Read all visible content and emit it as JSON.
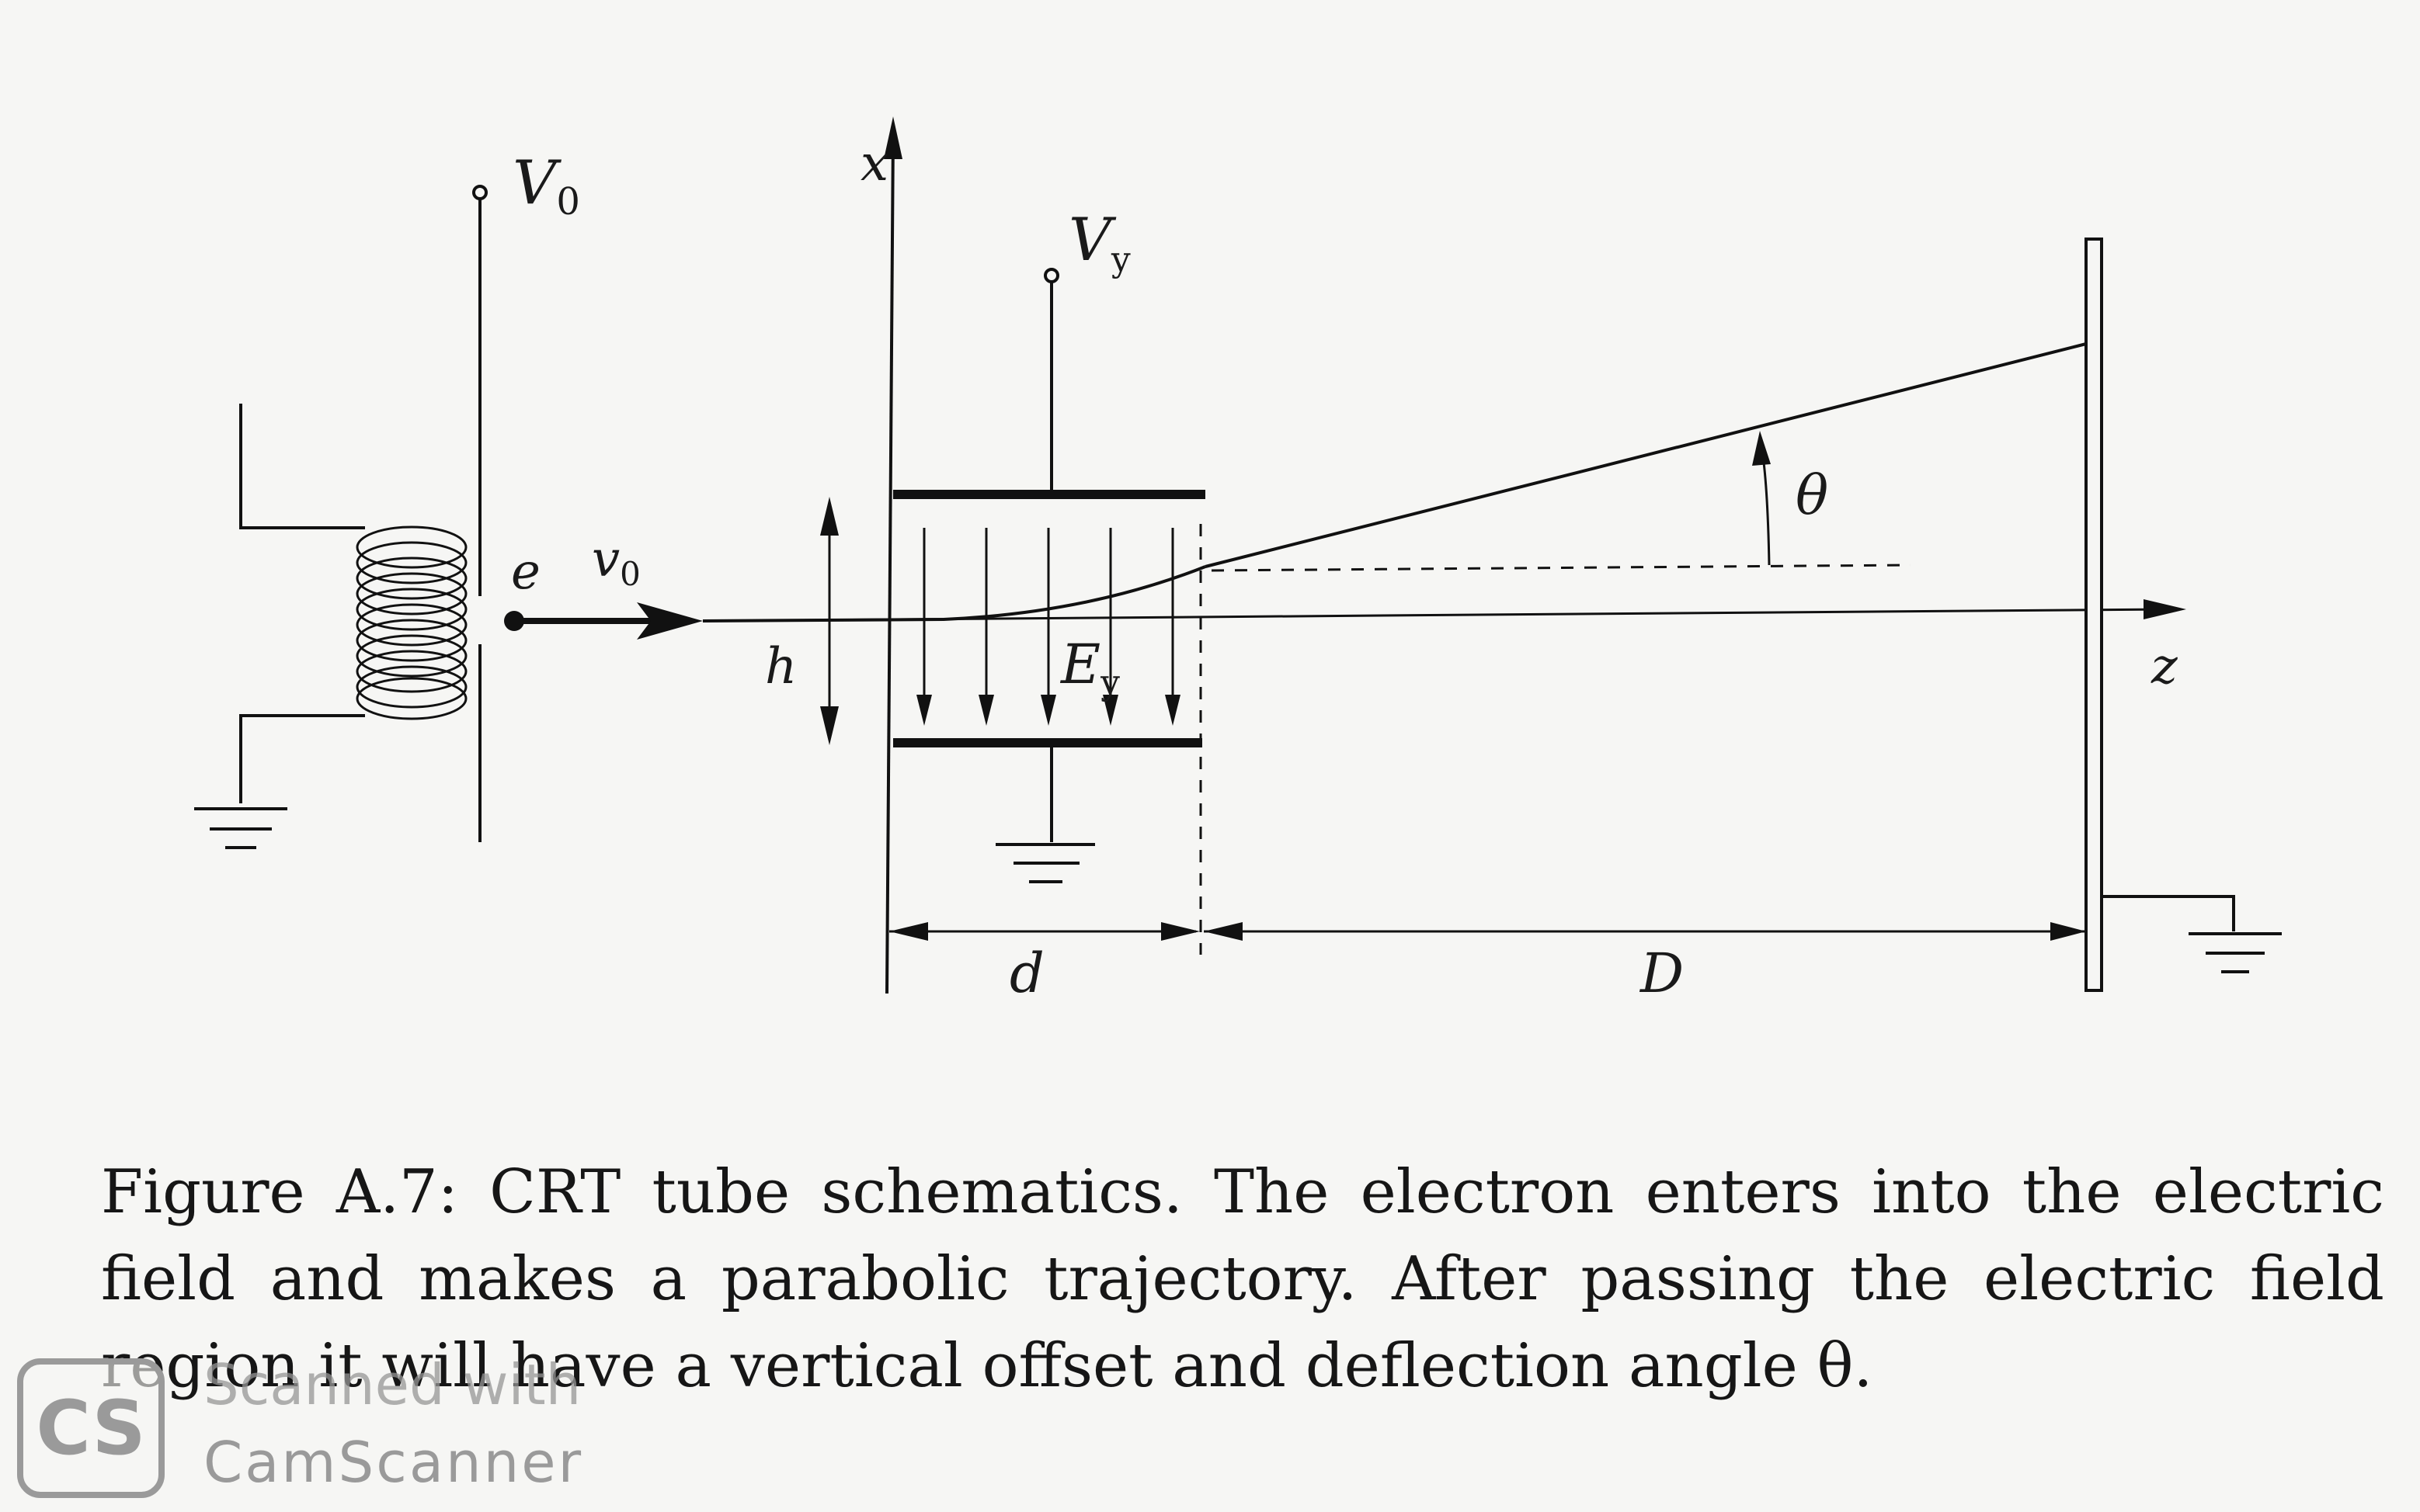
{
  "diagram": {
    "labels": {
      "v0_source": "V",
      "v0_source_sub": "0",
      "electron": "e",
      "velocity": "v",
      "velocity_sub": "0",
      "x_axis": "x",
      "vy_source": "V",
      "vy_source_sub": "y",
      "plate_gap": "h",
      "field": "E",
      "field_sub": "y",
      "angle": "θ",
      "z_axis": "z",
      "plate_length": "d",
      "drift_length": "D"
    }
  },
  "caption": {
    "text": "Figure A.7: CRT tube schematics. The electron enters into the electric field and makes a parabolic trajectory. After passing the electric field region it will have a vertical offset and deflection angle θ."
  },
  "watermark": {
    "logo": "CS",
    "line1": "Scanned with",
    "line2": "CamScanner"
  }
}
